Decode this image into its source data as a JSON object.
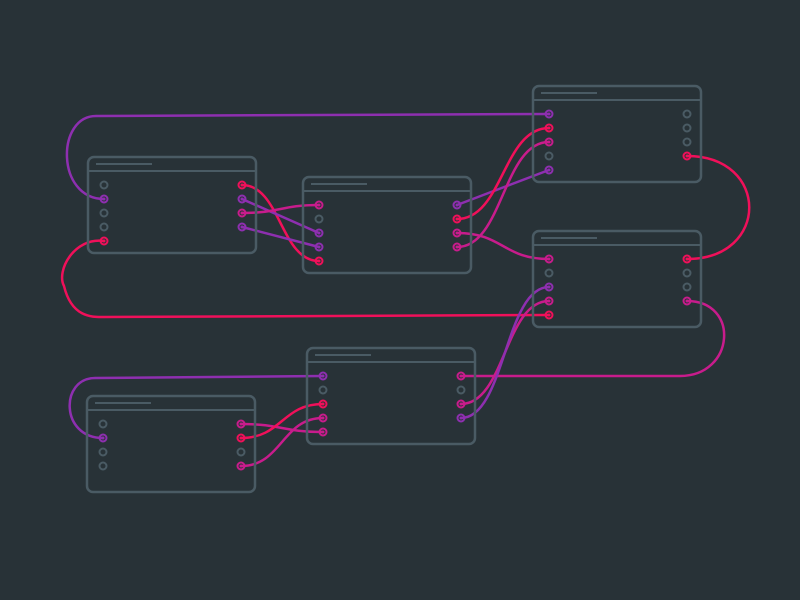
{
  "colors": {
    "background": "#283237",
    "node_border": "#4a5b64",
    "red": "#f0105a",
    "magenta": "#c81c8c",
    "purple": "#8e2fb0"
  },
  "nodes": [
    {
      "id": "A",
      "inputs": 5,
      "outputs": 4
    },
    {
      "id": "B",
      "inputs": 5,
      "outputs": 4
    },
    {
      "id": "C",
      "inputs": 5,
      "outputs": 4
    },
    {
      "id": "D",
      "inputs": 5,
      "outputs": 4
    },
    {
      "id": "E",
      "inputs": 5,
      "outputs": 4
    },
    {
      "id": "F",
      "inputs": 4,
      "outputs": 4
    }
  ],
  "connections": [
    {
      "from": [
        "C",
        "in",
        0
      ],
      "to": [
        "A",
        "in",
        1
      ],
      "color": "purple"
    },
    {
      "from": [
        "A",
        "in",
        4
      ],
      "to": [
        "D",
        "in",
        4
      ],
      "color": "red"
    },
    {
      "from": [
        "A",
        "out",
        0
      ],
      "to": [
        "B",
        "in",
        4
      ],
      "color": "red"
    },
    {
      "from": [
        "A",
        "out",
        1
      ],
      "to": [
        "B",
        "in",
        2
      ],
      "color": "purple"
    },
    {
      "from": [
        "A",
        "out",
        2
      ],
      "to": [
        "B",
        "in",
        0
      ],
      "color": "magenta"
    },
    {
      "from": [
        "A",
        "out",
        3
      ],
      "to": [
        "B",
        "in",
        3
      ],
      "color": "purple"
    },
    {
      "from": [
        "B",
        "out",
        0
      ],
      "to": [
        "C",
        "in",
        4
      ],
      "color": "purple"
    },
    {
      "from": [
        "B",
        "out",
        1
      ],
      "to": [
        "C",
        "in",
        1
      ],
      "color": "red"
    },
    {
      "from": [
        "B",
        "out",
        3
      ],
      "to": [
        "C",
        "in",
        2
      ],
      "color": "magenta"
    },
    {
      "from": [
        "B",
        "out",
        2
      ],
      "to": [
        "D",
        "in",
        0
      ],
      "color": "magenta"
    },
    {
      "from": [
        "C",
        "out",
        3
      ],
      "to": [
        "D",
        "out",
        0
      ],
      "color": "red"
    },
    {
      "from": [
        "D",
        "out",
        3
      ],
      "to": [
        "E",
        "out",
        0
      ],
      "color": "magenta"
    },
    {
      "from": [
        "E",
        "out",
        2
      ],
      "to": [
        "D",
        "in",
        3
      ],
      "color": "magenta"
    },
    {
      "from": [
        "E",
        "out",
        3
      ],
      "to": [
        "D",
        "in",
        2
      ],
      "color": "purple"
    },
    {
      "from": [
        "E",
        "in",
        0
      ],
      "to": [
        "F",
        "in",
        1
      ],
      "color": "purple"
    },
    {
      "from": [
        "F",
        "out",
        0
      ],
      "to": [
        "E",
        "in",
        4
      ],
      "color": "magenta"
    },
    {
      "from": [
        "F",
        "out",
        1
      ],
      "to": [
        "E",
        "in",
        2
      ],
      "color": "red"
    },
    {
      "from": [
        "F",
        "out",
        3
      ],
      "to": [
        "E",
        "in",
        3
      ],
      "color": "magenta"
    }
  ]
}
